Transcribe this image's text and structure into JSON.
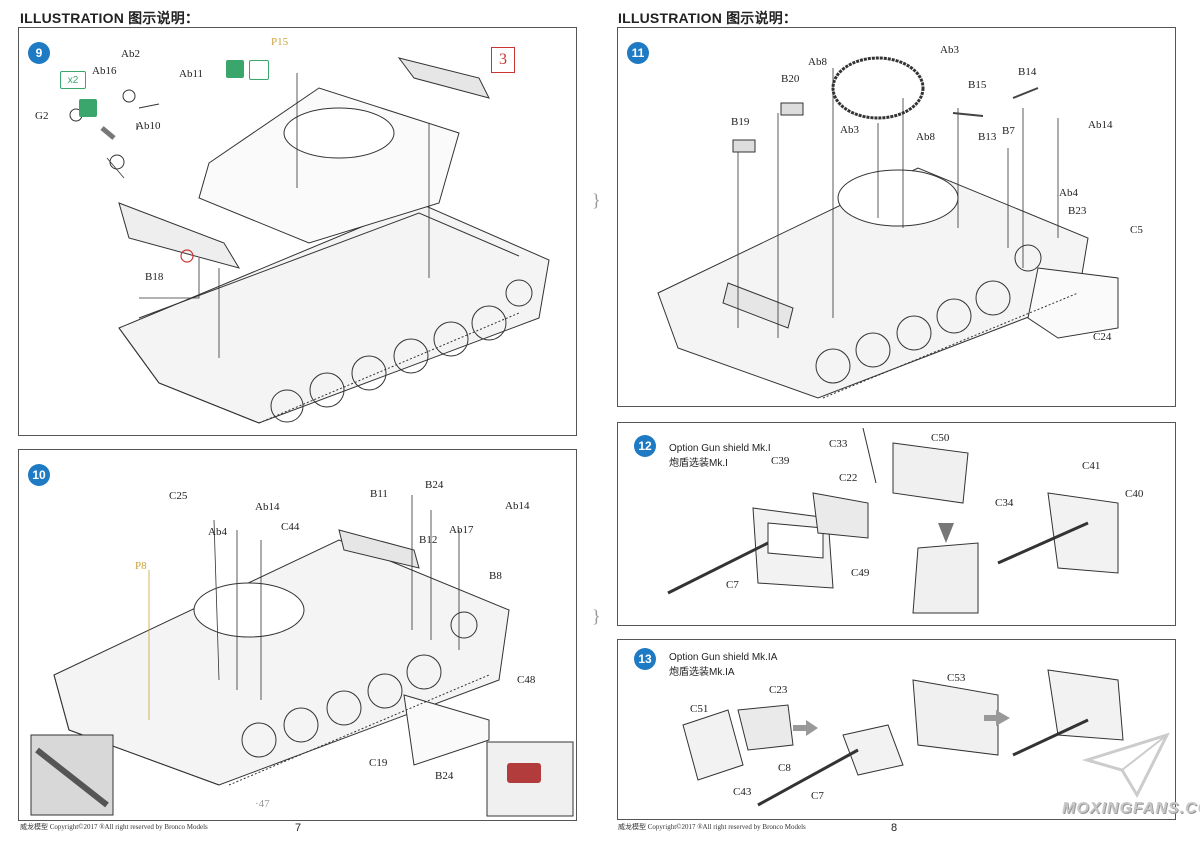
{
  "header": {
    "left": "ILLUSTRATION 图示说明：",
    "right": "ILLUSTRATION 图示说明："
  },
  "footer": {
    "left_text": "威龙模型  Copyright©2017  ®All right reserved by Bronco Models",
    "right_text": "威龙模型  Copyright©2017  ®All right reserved by Bronco Models",
    "left_page": "7",
    "right_page": "8"
  },
  "watermark": "MOXINGFANS.COM",
  "steps": {
    "s9": {
      "number": "9",
      "multiplier": "x2",
      "alt_mark": "3",
      "parts": {
        "ab2": "Ab2",
        "ab16": "Ab16",
        "ab11": "Ab11",
        "ab10": "Ab10",
        "g2": "G2",
        "b18": "B18",
        "p15": "P15"
      }
    },
    "s10": {
      "number": "10",
      "parts": {
        "c25": "C25",
        "ab14a": "Ab14",
        "ab4": "Ab4",
        "c44": "C44",
        "p8": "P8",
        "b11": "B11",
        "b24a": "B24",
        "ab14b": "Ab14",
        "ab17": "Ab17",
        "b12": "B12",
        "b8": "B8",
        "c48": "C48",
        "c19": "C19",
        "b24b": "B24",
        "corner_mark": "·47"
      }
    },
    "s11": {
      "number": "11",
      "parts": {
        "ab8a": "Ab8",
        "ab3a": "Ab3",
        "b20": "B20",
        "b15": "B15",
        "b14": "B14",
        "b19": "B19",
        "b13": "B13",
        "b7": "B7",
        "ab14": "Ab14",
        "ab3b": "Ab3",
        "ab8b": "Ab8",
        "ab4": "Ab4",
        "b23": "B23",
        "c5": "C5",
        "c24": "C24"
      }
    },
    "s12": {
      "number": "12",
      "title": "Option Gun shield Mk.I",
      "title_cn": "炮盾选装Mk.I",
      "parts": {
        "c33": "C33",
        "c50": "C50",
        "c39": "C39",
        "c22": "C22",
        "c34": "C34",
        "c41": "C41",
        "c40": "C40",
        "c49": "C49",
        "c7": "C7"
      }
    },
    "s13": {
      "number": "13",
      "title": "Option Gun shield Mk.IA",
      "title_cn": "炮盾选装Mk.IA",
      "parts": {
        "c23": "C23",
        "c53": "C53",
        "c51": "C51",
        "c8": "C8",
        "c43": "C43",
        "c7": "C7"
      }
    }
  }
}
